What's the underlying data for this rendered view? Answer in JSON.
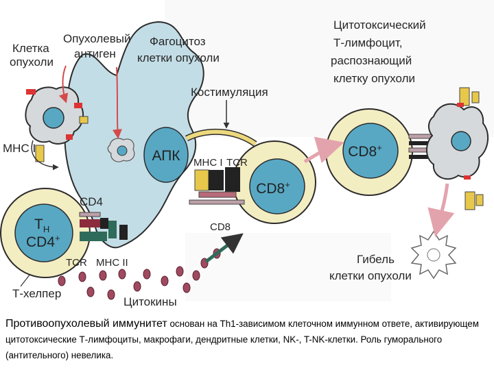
{
  "labels": {
    "tumor_cell": [
      "Клетка",
      "опухоли"
    ],
    "tumor_antigen": [
      "Опухолевый",
      "антиген"
    ],
    "phagocytosis": [
      "Фагоцитоз",
      "клетки опухоли"
    ],
    "costimulation": "Костимуляция",
    "ctl": [
      "Цитотоксический",
      "Т-лимфоцит,",
      "распознающий",
      "клетку опухоли"
    ],
    "mhc1_left": "MHC I",
    "apc": "АПК",
    "mhc1_center": "MHC I",
    "tcr_center": "TCR",
    "cd8_center": "CD8",
    "cd8_mark": "+",
    "cd8_right": "CD8",
    "cd4": "CD4",
    "th_cell": [
      "T",
      "H",
      "CD4",
      "+"
    ],
    "tcr_bottom": "TCR",
    "mhc2_bottom": "MHC II",
    "cd8_small": "CD8",
    "t_helper": "Т-хелпер",
    "cytokines": "Цитокины",
    "tumor_death": [
      "Гибель",
      "клетки опухоли"
    ]
  },
  "caption": {
    "lead": "Противоопухолевый иммунитет",
    "rest": " основан на  Th1-зависимом клеточном иммунном ответе, активирующем цитотоксические Т-лимфоциты, макрофаги, дендритные клетки, NK-, T-NK-клетки. Роль гуморального (антительного) невелика."
  },
  "colors": {
    "apc_fill": "#c3dde6",
    "cell_fill": "#f3edc2",
    "nucleus_fill": "#58a8c4",
    "tumor_fill": "#d5d9db",
    "cytokine_fill": "#a04a60",
    "arrow_red": "#d44a4a",
    "arrow_pink": "#e3a3ad"
  }
}
